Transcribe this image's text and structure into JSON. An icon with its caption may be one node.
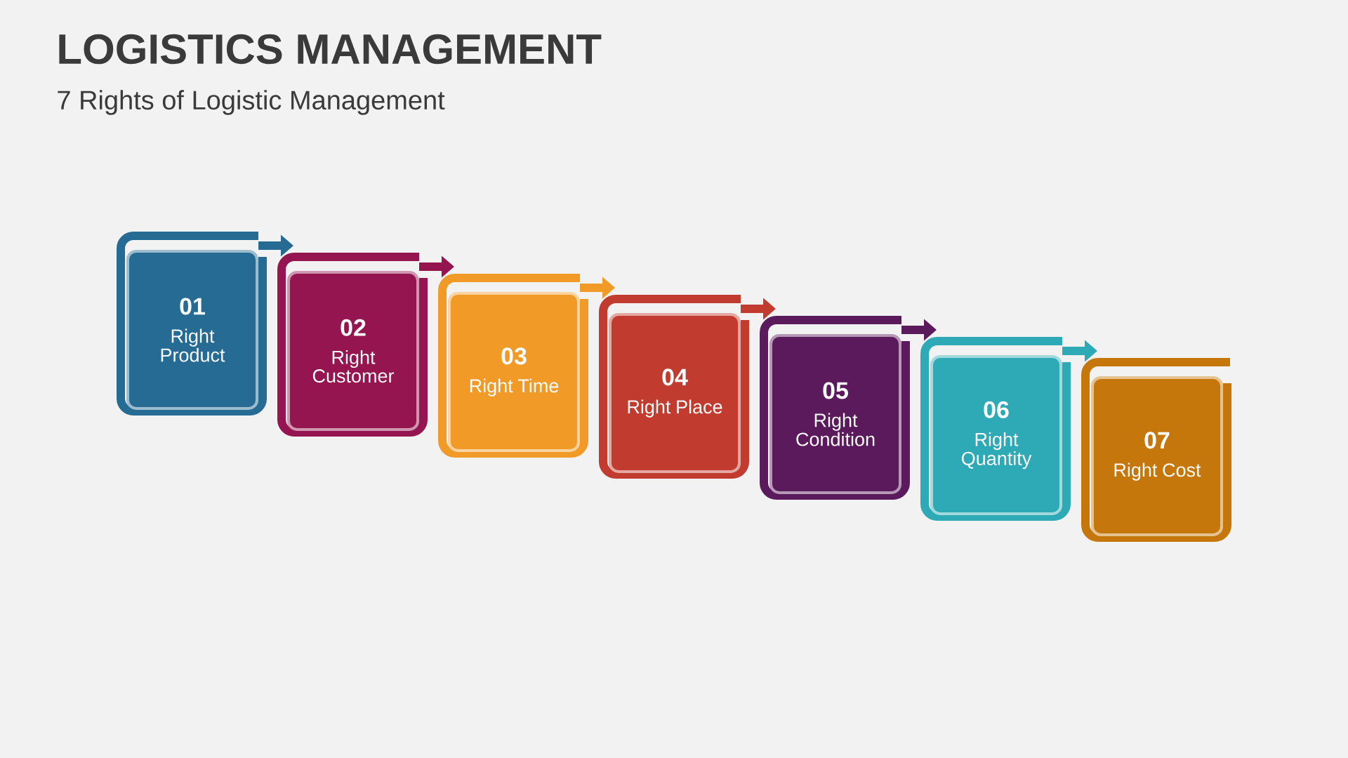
{
  "diagram": {
    "title": "LOGISTICS MANAGEMENT",
    "caption": "7 Rights of Logistic Management",
    "nodes": [
      {
        "text": [
          "01",
          "Right Product"
        ]
      },
      {
        "text": [
          "02",
          "Right Customer"
        ]
      },
      {
        "text": [
          "03",
          "Right Time"
        ]
      },
      {
        "text": [
          "04",
          "Right Place"
        ]
      },
      {
        "text": [
          "05",
          "Right Condition"
        ]
      },
      {
        "text": [
          "06",
          "Right Quantity"
        ]
      },
      {
        "text": [
          "07",
          "Right Cost"
        ]
      }
    ],
    "edges": [
      {
        "from": 0,
        "to": 1,
        "arrow": "to",
        "color": "#256b93"
      },
      {
        "from": 1,
        "to": 2,
        "arrow": "to",
        "color": "#94154f"
      },
      {
        "from": 2,
        "to": 3,
        "arrow": "to",
        "color": "#f29a27"
      },
      {
        "from": 3,
        "to": 4,
        "arrow": "to",
        "color": "#c23b2f"
      },
      {
        "from": 4,
        "to": 5,
        "arrow": "to",
        "color": "#5a1a5c"
      },
      {
        "from": 5,
        "to": 6,
        "arrow": "to",
        "color": "#2eaab6"
      }
    ]
  }
}
